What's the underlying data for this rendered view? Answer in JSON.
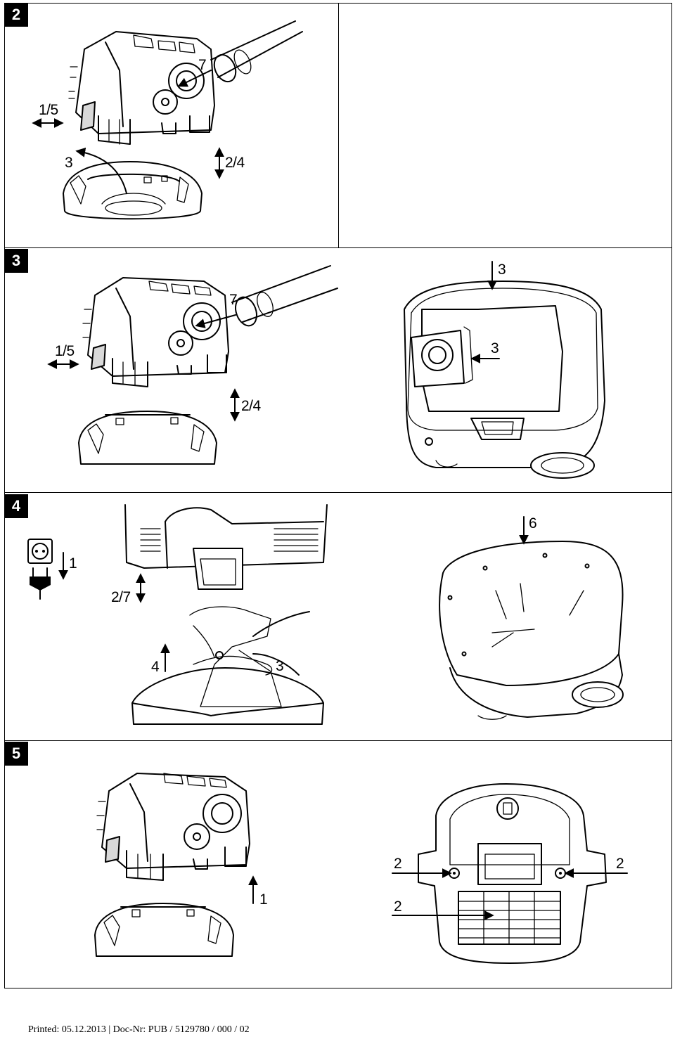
{
  "figures": {
    "fig2": {
      "number": "2",
      "callouts": {
        "c15": "1/5",
        "c7": "7",
        "c3": "3",
        "c24": "2/4"
      }
    },
    "fig3": {
      "number": "3",
      "callouts": {
        "c15": "1/5",
        "c7": "7",
        "c24": "2/4",
        "c3top": "3",
        "c3side": "3"
      }
    },
    "fig4": {
      "number": "4",
      "callouts": {
        "c1": "1",
        "c27": "2/7",
        "c4": "4",
        "c3": "3",
        "c6": "6"
      }
    },
    "fig5": {
      "number": "5",
      "callouts": {
        "c1": "1",
        "c2left": "2",
        "c2right": "2",
        "c2filter": "2"
      }
    }
  },
  "icons": [
    "power-socket-icon",
    "power-plug-icon"
  ],
  "footer": "Printed: 05.12.2013 | Doc-Nr: PUB / 5129780 / 000 / 02"
}
